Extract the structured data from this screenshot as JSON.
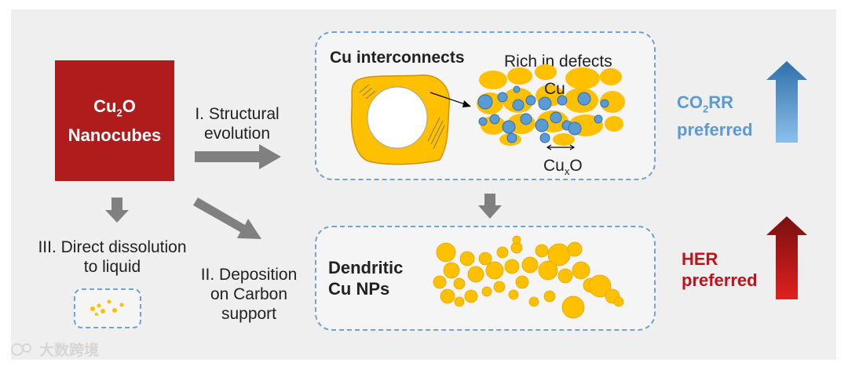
{
  "cu2o": {
    "line1_main": "Cu",
    "line1_sub": "2",
    "line1_end": "O",
    "line2": "Nanocubes"
  },
  "paths": {
    "structural": [
      "I. Structural",
      "evolution"
    ],
    "direct": [
      "III. Direct dissolution",
      "to liquid"
    ],
    "deposition": [
      "II. Deposition",
      "on Carbon",
      "support"
    ]
  },
  "interconnects": {
    "title": "Cu interconnects",
    "defects": "Rich in defects",
    "cu_label": "Cu",
    "cuxo_main": "Cu",
    "cuxo_sub": "x",
    "cuxo_end": "O"
  },
  "dendritic": {
    "line1": "Dendritic",
    "line2": "Cu NPs"
  },
  "outcomes": {
    "co2rr_main": "CO",
    "co2rr_sub": "2",
    "co2rr_end": "RR",
    "co2rr_line2": "preferred",
    "her_line1": "HER",
    "her_line2": "preferred"
  },
  "colors": {
    "cu2o": "#b01c1c",
    "copper": "#ffc000",
    "cuxo": "#5b9bd5",
    "arrow": "#808080",
    "co2rr": "#5b9bd5",
    "her": "#c0121a"
  },
  "watermark": "大数跨境"
}
